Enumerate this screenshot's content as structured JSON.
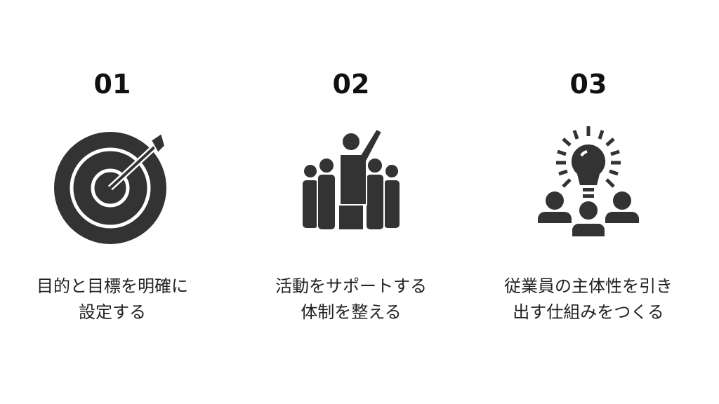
{
  "items": [
    {
      "number": "01",
      "icon": "target-icon",
      "line1": "目的と目標を明確に",
      "line2": "設定する"
    },
    {
      "number": "02",
      "icon": "team-leader-icon",
      "line1": "活動をサポートする",
      "line2": "体制を整える"
    },
    {
      "number": "03",
      "icon": "idea-group-icon",
      "line1": "従業員の主体性を引き",
      "line2": "出す仕組みをつくる"
    }
  ],
  "colors": {
    "icon": "#333333"
  }
}
